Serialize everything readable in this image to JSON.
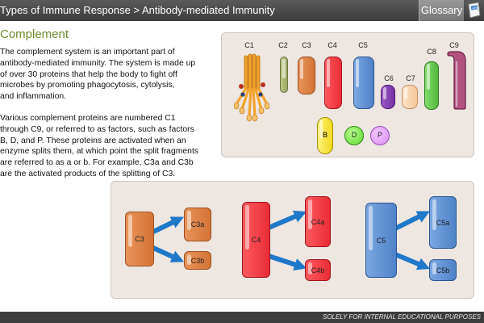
{
  "header": {
    "breadcrumb": "Types of Immune Response > Antibody-mediated Immunity",
    "glossary_label": "Glossary",
    "glossary_icon": "dictionary-book-icon"
  },
  "content": {
    "heading": "Complement",
    "paragraph1": [
      "The complement system is an important part of",
      "antibody-mediated immunity. The system is made up",
      "of over 30 proteins that help the body to fight off",
      "microbes by promoting phagocytosis, cytolysis,",
      "and inflammation."
    ],
    "paragraph2": [
      "Various complement proteins are numbered C1",
      "through C9, or referred to as factors, such as factors",
      "B, D, and P. These proteins are activated when an",
      "enzyme splits them, at which point the split fragments",
      "are referred to as a or b. For example, C3a and C3b",
      "are the activated products of the splitting of C3."
    ]
  },
  "proteins": {
    "c1": "C1",
    "c2": "C2",
    "c3": "C3",
    "c4": "C4",
    "c5": "C5",
    "c6": "C6",
    "c7": "C7",
    "c8": "C8",
    "c9": "C9"
  },
  "factors": {
    "b": "B",
    "d": "D",
    "p": "P"
  },
  "splitting": {
    "c3": {
      "whole": "C3",
      "a": "C3a",
      "b": "C3b"
    },
    "c4": {
      "whole": "C4",
      "a": "C4a",
      "b": "C4b"
    },
    "c5": {
      "whole": "C5",
      "a": "C5a",
      "b": "C5b"
    }
  },
  "colors": {
    "c3": "#d9793b",
    "c4": "#f23a42",
    "c5": "#5b8dd0",
    "c2": "#a9b36c",
    "c6": "#8240ad",
    "c7": "#f8d0a8",
    "c8": "#62c14c",
    "c9": "#b3527f",
    "factor_b": "#f6e03a",
    "factor_d": "#7fe04a",
    "factor_p": "#e6a7f7",
    "arrow": "#1f78c8",
    "heading": "#6e8b2e"
  },
  "footer": {
    "text": "SOLELY FOR INTERNAL EDUCATIONAL PURPOSES"
  }
}
